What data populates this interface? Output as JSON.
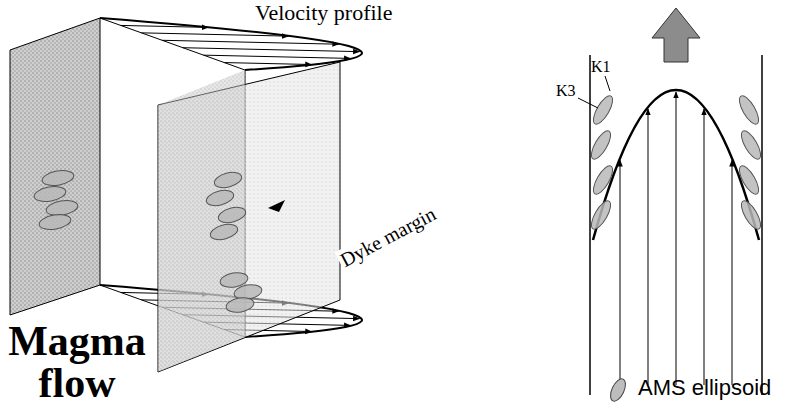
{
  "diagram": {
    "labels": [
      "Velocity profile",
      "Dyke margin",
      "Magma flow",
      "K1",
      "K3"
    ],
    "legend": [
      {
        "text": "AMS ellipsoid"
      }
    ]
  }
}
